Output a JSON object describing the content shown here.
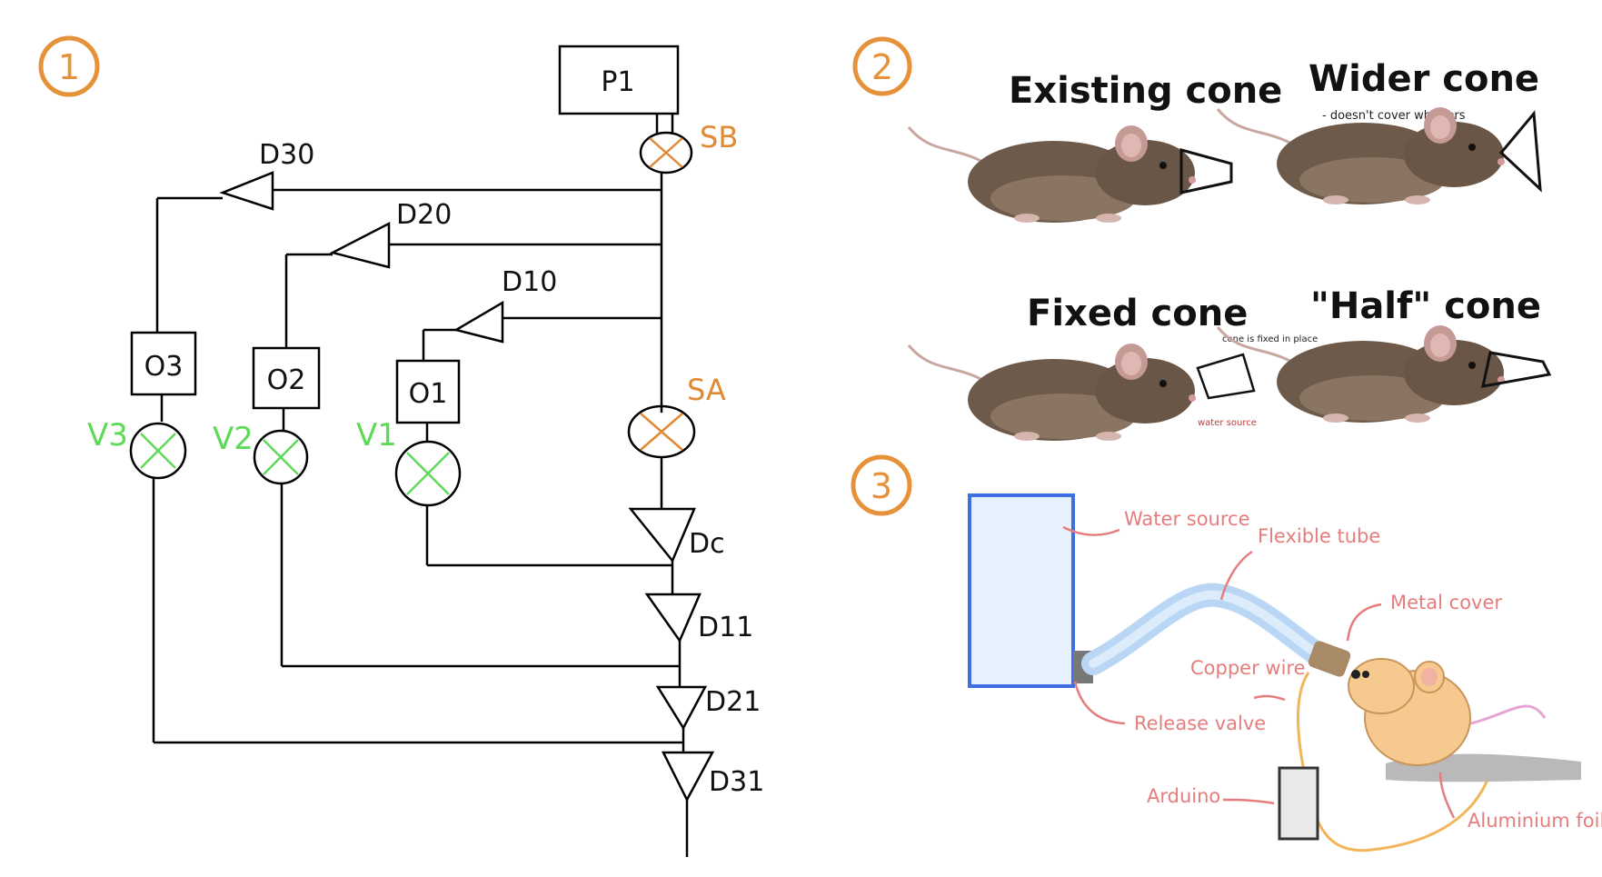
{
  "badges": [
    "1",
    "2",
    "3"
  ],
  "circuit": {
    "box_top": "P1",
    "valve_top": "SB",
    "valve_mid": "SA",
    "odor_boxes": [
      "O3",
      "O2",
      "O1"
    ],
    "valves": [
      "V3",
      "V2",
      "V1"
    ],
    "detectors_top": [
      "D30",
      "D20",
      "D10"
    ],
    "detectors_bottom": [
      "Dc",
      "D11",
      "D21",
      "D31"
    ]
  },
  "cones": {
    "existing": "Existing cone",
    "wider": "Wider cone",
    "wider_note": "- doesn't cover whiskers",
    "fixed": "Fixed cone",
    "fixed_note_top": "cone is fixed in place",
    "fixed_note_bottom": "water source",
    "half": "\"Half\" cone"
  },
  "setup": {
    "water_source": "Water source",
    "flexible_tube": "Flexible tube",
    "metal_cover": "Metal cover",
    "copper_wire": "Copper wire",
    "release_valve": "Release valve",
    "arduino": "Arduino",
    "aluminium_foil": "Aluminium foil"
  },
  "colors": {
    "badge": "#e6923a",
    "valve_green": "#5fd95a",
    "valve_orange": "#e08a35",
    "annotation_pink": "#e67d7d",
    "water_box": "#3f6fe0"
  }
}
